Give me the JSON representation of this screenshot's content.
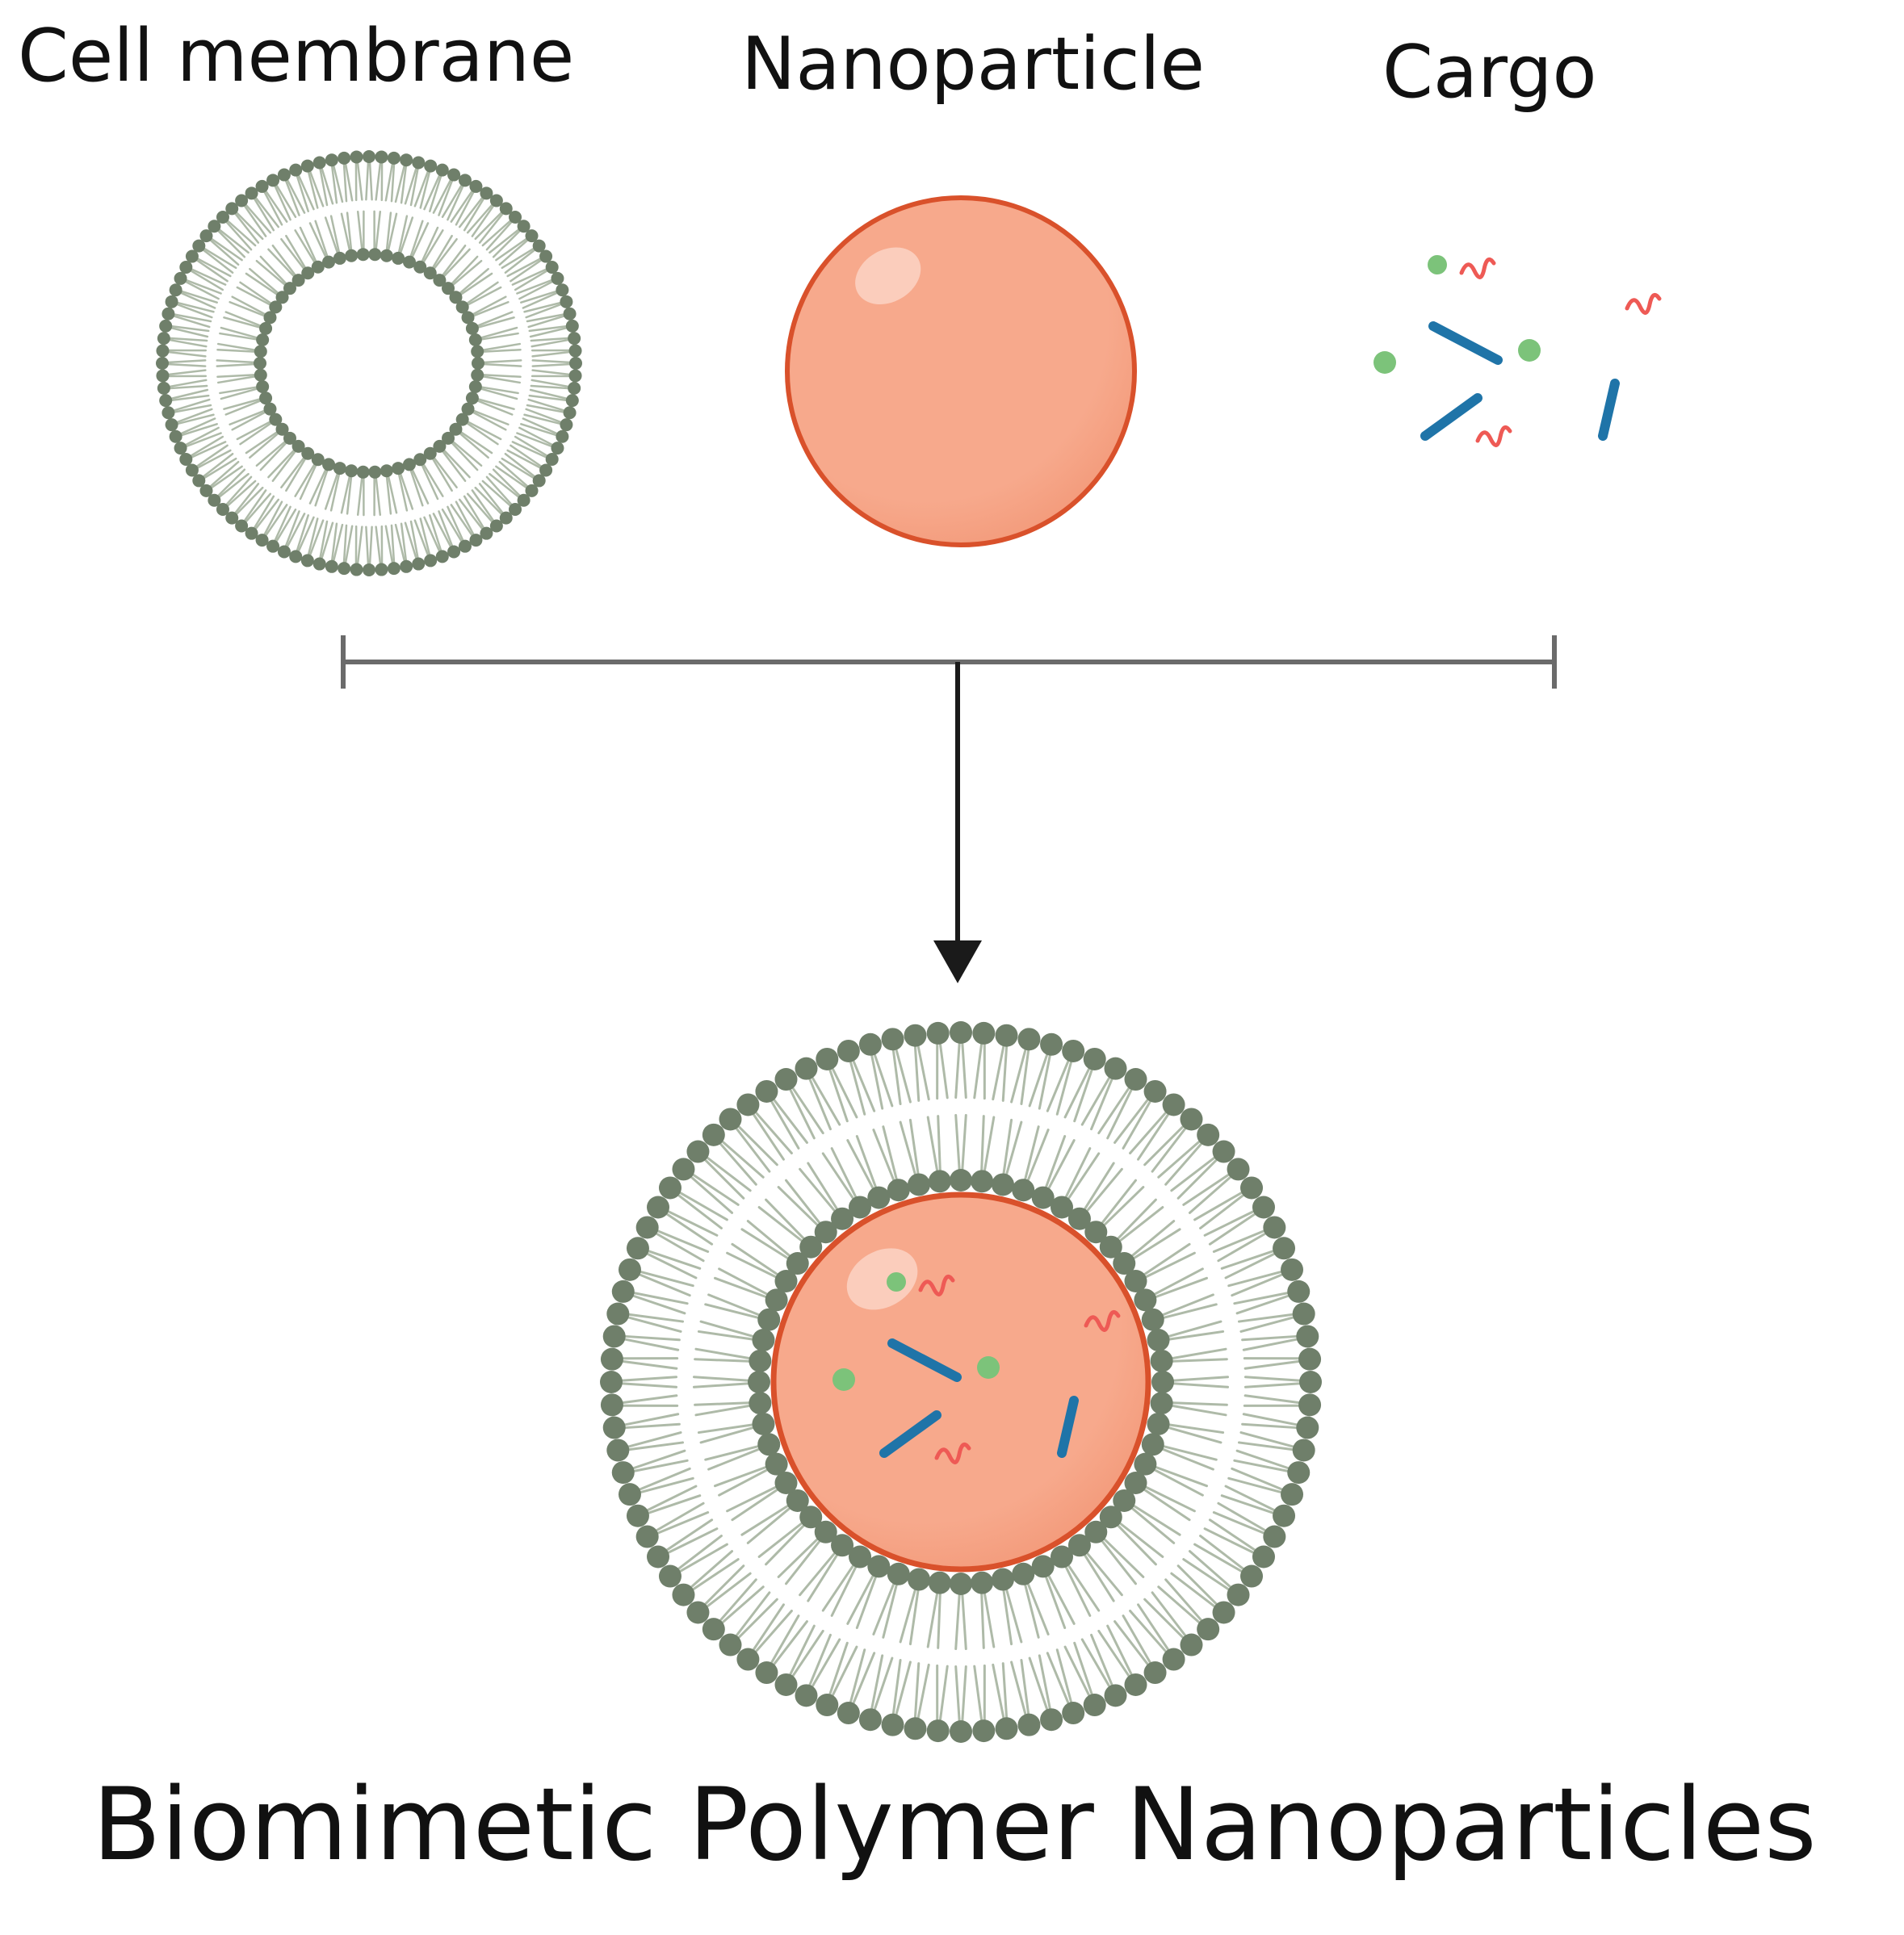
{
  "labels": {
    "membrane": "Cell membrane",
    "nanoparticle": "Nanoparticle",
    "cargo": "Cargo",
    "product": "Biomimetic Polymer Nanoparticles"
  },
  "colors": {
    "background": "#ffffff",
    "lipid_head": "#6f7f6a",
    "lipid_tail": "#aebaa8",
    "particle_fill": "#f7a98c",
    "particle_shade": "#f39a7a",
    "particle_edge": "#d9512b",
    "particle_highlight": "#fbd0c1",
    "cargo_rod": "#1f74a8",
    "cargo_dot": "#7cc37a",
    "cargo_strand": "#ee5a55",
    "connector": "#6b6b6b",
    "arrow": "#1a1a1a"
  },
  "icons": {
    "membrane": "lipid-bilayer-vesicle-icon",
    "nanoparticle": "polymer-core-sphere-icon",
    "cargo": "drug-cargo-molecules-icon",
    "product": "membrane-coated-nanoparticle-icon"
  }
}
